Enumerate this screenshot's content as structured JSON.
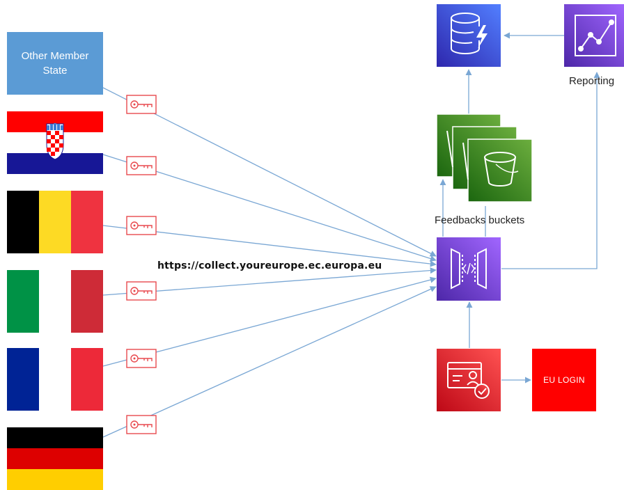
{
  "sources": {
    "other_member_state": "Other Member State"
  },
  "endpoint_url": "https://collect.youreurope.ec.europa.eu",
  "labels": {
    "feedbacks_buckets": "Feedbacks buckets",
    "reporting": "Reporting",
    "eu_login": "EU LOGIN"
  },
  "icons": {
    "api_key": "api-key-icon",
    "database": "database-lightning-icon",
    "reporting": "reporting-chart-icon",
    "bucket": "s3-bucket-icon",
    "api_gateway": "api-gateway-icon",
    "identity": "identity-verification-icon"
  },
  "colors": {
    "arrow": "#7aa7d4",
    "key_badge": "#e8494e",
    "aws_database": "#3f4fe0",
    "aws_reporting": "#7b3fe4",
    "aws_storage": "#3e8a2c",
    "aws_api": "#7a3fe0",
    "aws_security": "#dd2a2a",
    "eu_login": "#ff0000",
    "source_box": "#5b9bd5"
  }
}
